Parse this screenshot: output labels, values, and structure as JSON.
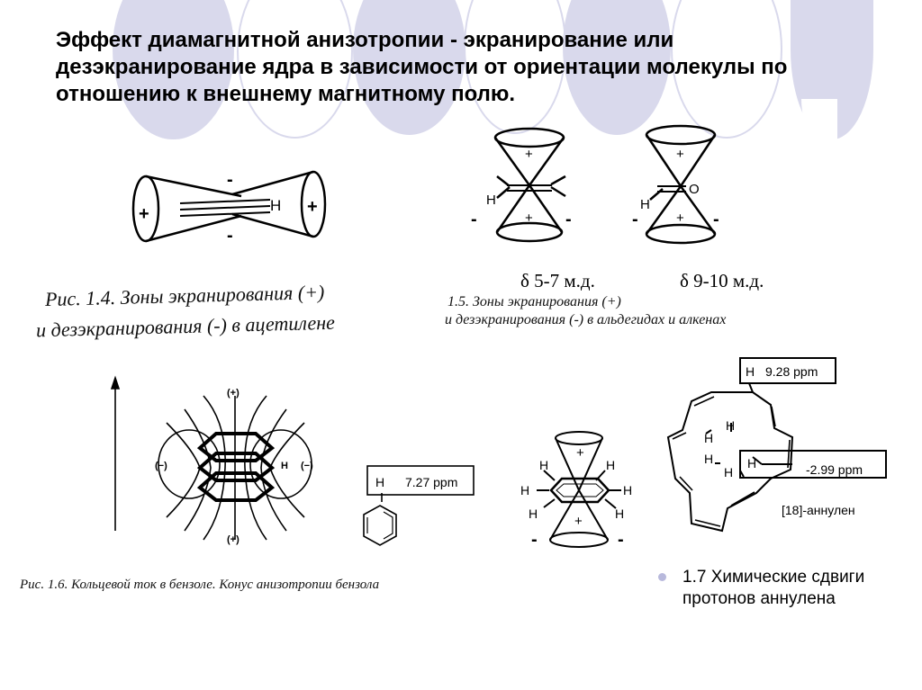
{
  "slide": {
    "title": "Эффект диамагнитной анизотропии - экранирование или дезэкранирование ядра в зависимости от ориентации молекулы по отношению к внешнему магнитному полю.",
    "accent_color": "#d9d9ec"
  },
  "figures": {
    "acetylene": {
      "caption_line1": "Рис. 1.4. Зоны экранирования (+)",
      "caption_line2": "и дезэкранирования (-) в ацетилене",
      "plus": "+",
      "minus": "-",
      "h": "H"
    },
    "aldehydes": {
      "shift_alkene": "δ 5-7 м.д.",
      "shift_aldehyde": "δ 9-10 м.д.",
      "caption_line1": "1.5. Зоны экранирования (+)",
      "caption_line2": "и дезэкранирования (-) в альдегидах и алкенах",
      "plus": "+",
      "minus": "-",
      "h": "H",
      "o": "O"
    },
    "benzene": {
      "caption": "Рис. 1.6. Кольцевой ток в бензоле. Конус анизотропии бензола",
      "plus_label": "(+)",
      "minus_label": "(−)",
      "h": "H",
      "ppm": "7.27 ppm",
      "plus": "+",
      "minus": "-"
    },
    "annulene": {
      "h": "H",
      "ppm_outer": "9.28 ppm",
      "ppm_inner": "-2.99 ppm",
      "name": "[18]-аннулен"
    }
  },
  "bullet": {
    "text": "1.7 Химические сдвиги протонов аннулена"
  }
}
